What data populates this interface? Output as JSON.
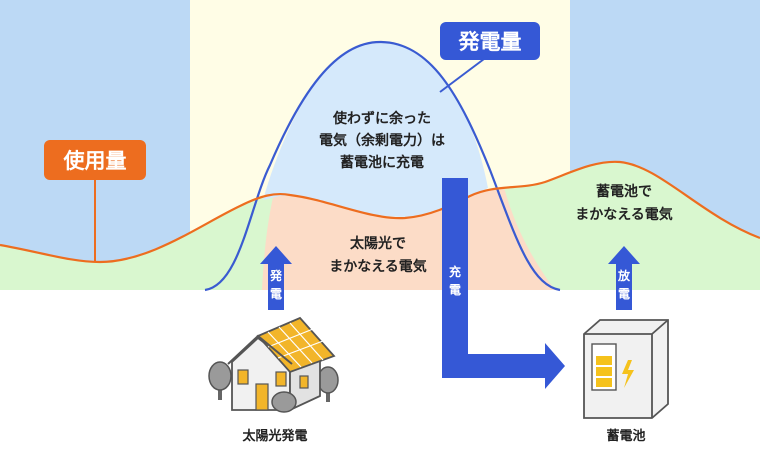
{
  "labels": {
    "usage": "使用量",
    "generation": "発電量",
    "surplus_line1": "使わずに余った",
    "surplus_line2": "電気（余剰電力）は",
    "surplus_line3": "蓄電池に充電",
    "solar_covered_line1": "太陽光で",
    "solar_covered_line2": "まかなえる電気",
    "battery_covered_line1": "蓄電池で",
    "battery_covered_line2": "まかなえる電気",
    "generate_char1": "発",
    "generate_char2": "電",
    "charge_char1": "充",
    "charge_char2": "電",
    "discharge_char1": "放",
    "discharge_char2": "電",
    "solar_house": "太陽光発電",
    "battery": "蓄電池"
  },
  "colors": {
    "night_blue": "#bcd9f5",
    "day_yellow": "#fffde6",
    "usage_green": "#d9f7cf",
    "solar_salmon": "#fcdcc7",
    "surplus_blue": "#d5e9fb",
    "generation_line": "#3a5bd1",
    "usage_line": "#ed6d1f",
    "arrow_blue": "#3558d6",
    "usage_badge": "#ed6d1f",
    "generation_badge": "#3558d6",
    "roof": "#f2b52a",
    "battery_yellow": "#f5c21c"
  },
  "icons": {
    "house": "solar-house-icon",
    "battery": "battery-icon",
    "trees": "tree-icon"
  }
}
